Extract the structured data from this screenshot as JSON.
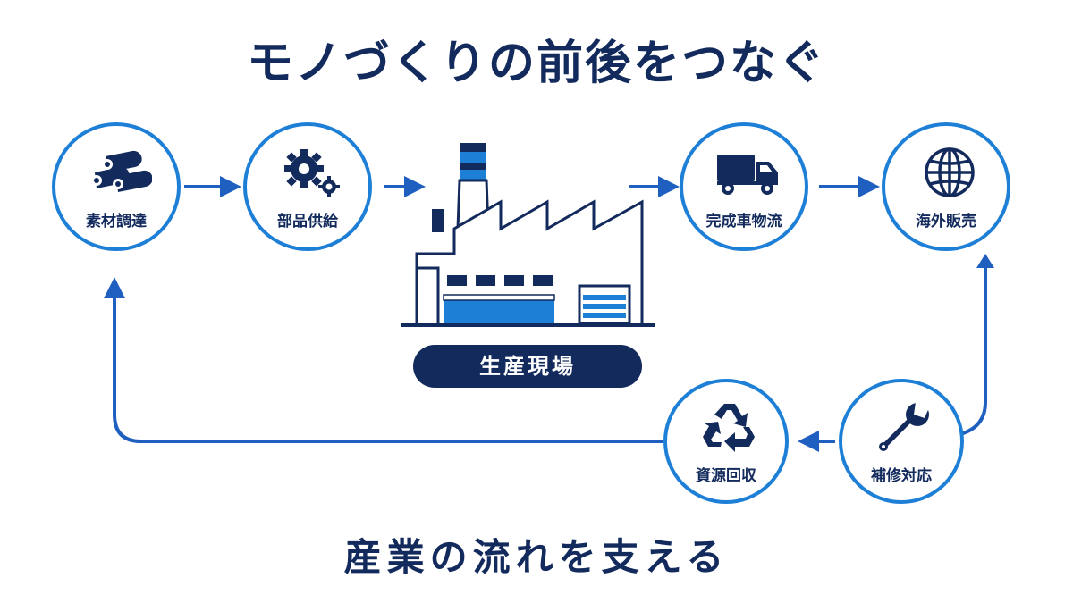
{
  "title": "モノづくりの前後をつなぐ",
  "subtitle": "産業の流れを支える",
  "center": {
    "label": "生産現場",
    "icon": "factory-icon"
  },
  "nodes": [
    {
      "id": "materials",
      "label": "素材調達",
      "icon": "pipes-icon"
    },
    {
      "id": "parts",
      "label": "部品供給",
      "icon": "gears-icon"
    },
    {
      "id": "logistics",
      "label": "完成車物流",
      "icon": "truck-icon"
    },
    {
      "id": "overseas",
      "label": "海外販売",
      "icon": "globe-icon"
    },
    {
      "id": "repair",
      "label": "補修対応",
      "icon": "wrench-icon"
    },
    {
      "id": "recycle",
      "label": "資源回収",
      "icon": "recycle-icon"
    }
  ],
  "colors": {
    "navy": "#132a5c",
    "blue": "#1e7fd6",
    "arrow": "#1f5fbf"
  }
}
